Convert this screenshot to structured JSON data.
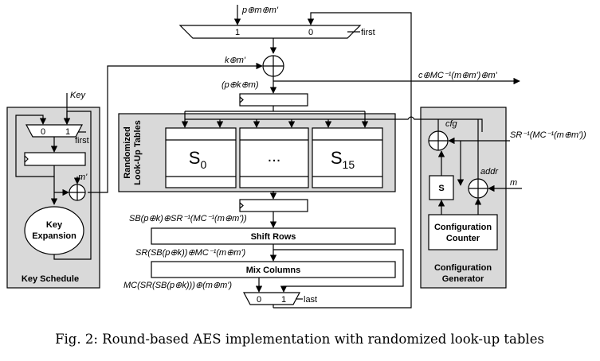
{
  "inputs": {
    "plaintext_masked": "p⊕m⊕m'",
    "key_masked": "k⊕m'",
    "xor_out": "(p⊕k⊕m)",
    "ciphertext_out": "c⊕MC⁻¹(m⊕m')⊕m'",
    "key": "Key",
    "m_prime": "m'",
    "m": "m",
    "sr_input": "SR⁻¹(MC⁻¹(m⊕m'))"
  },
  "mux": {
    "top_left": "1",
    "top_right": "0",
    "top_select": "first",
    "key_left": "0",
    "key_right": "1",
    "key_select": "first",
    "bottom_left": "0",
    "bottom_right": "1",
    "bottom_select": "last"
  },
  "lut": {
    "group_title_line1": "Randomized",
    "group_title_line2": "Look-Up Tables",
    "s0_base": "S",
    "s0_sub": "0",
    "middle": "...",
    "s15_base": "S",
    "s15_sub": "15"
  },
  "signals": {
    "sb": "SB(p⊕k)⊕SR⁻¹(MC⁻¹(m⊕m'))",
    "sr": "SR(SB(p⊕k))⊕MC⁻¹(m⊕m')",
    "mc": "MC(SR(SB(p⊕k)))⊕(m⊕m')"
  },
  "blocks": {
    "shift_rows": "Shift Rows",
    "mix_columns": "Mix Columns",
    "key_expansion_line1": "Key",
    "key_expansion_line2": "Expansion",
    "key_schedule": "Key Schedule",
    "config_counter_line1": "Configuration",
    "config_counter_line2": "Counter",
    "config_gen_line1": "Configuration",
    "config_gen_line2": "Generator",
    "s_box": "S",
    "cfg": "cfg",
    "addr": "addr"
  },
  "caption": "Fig. 2: Round-based AES implementation with randomized look-up tables"
}
